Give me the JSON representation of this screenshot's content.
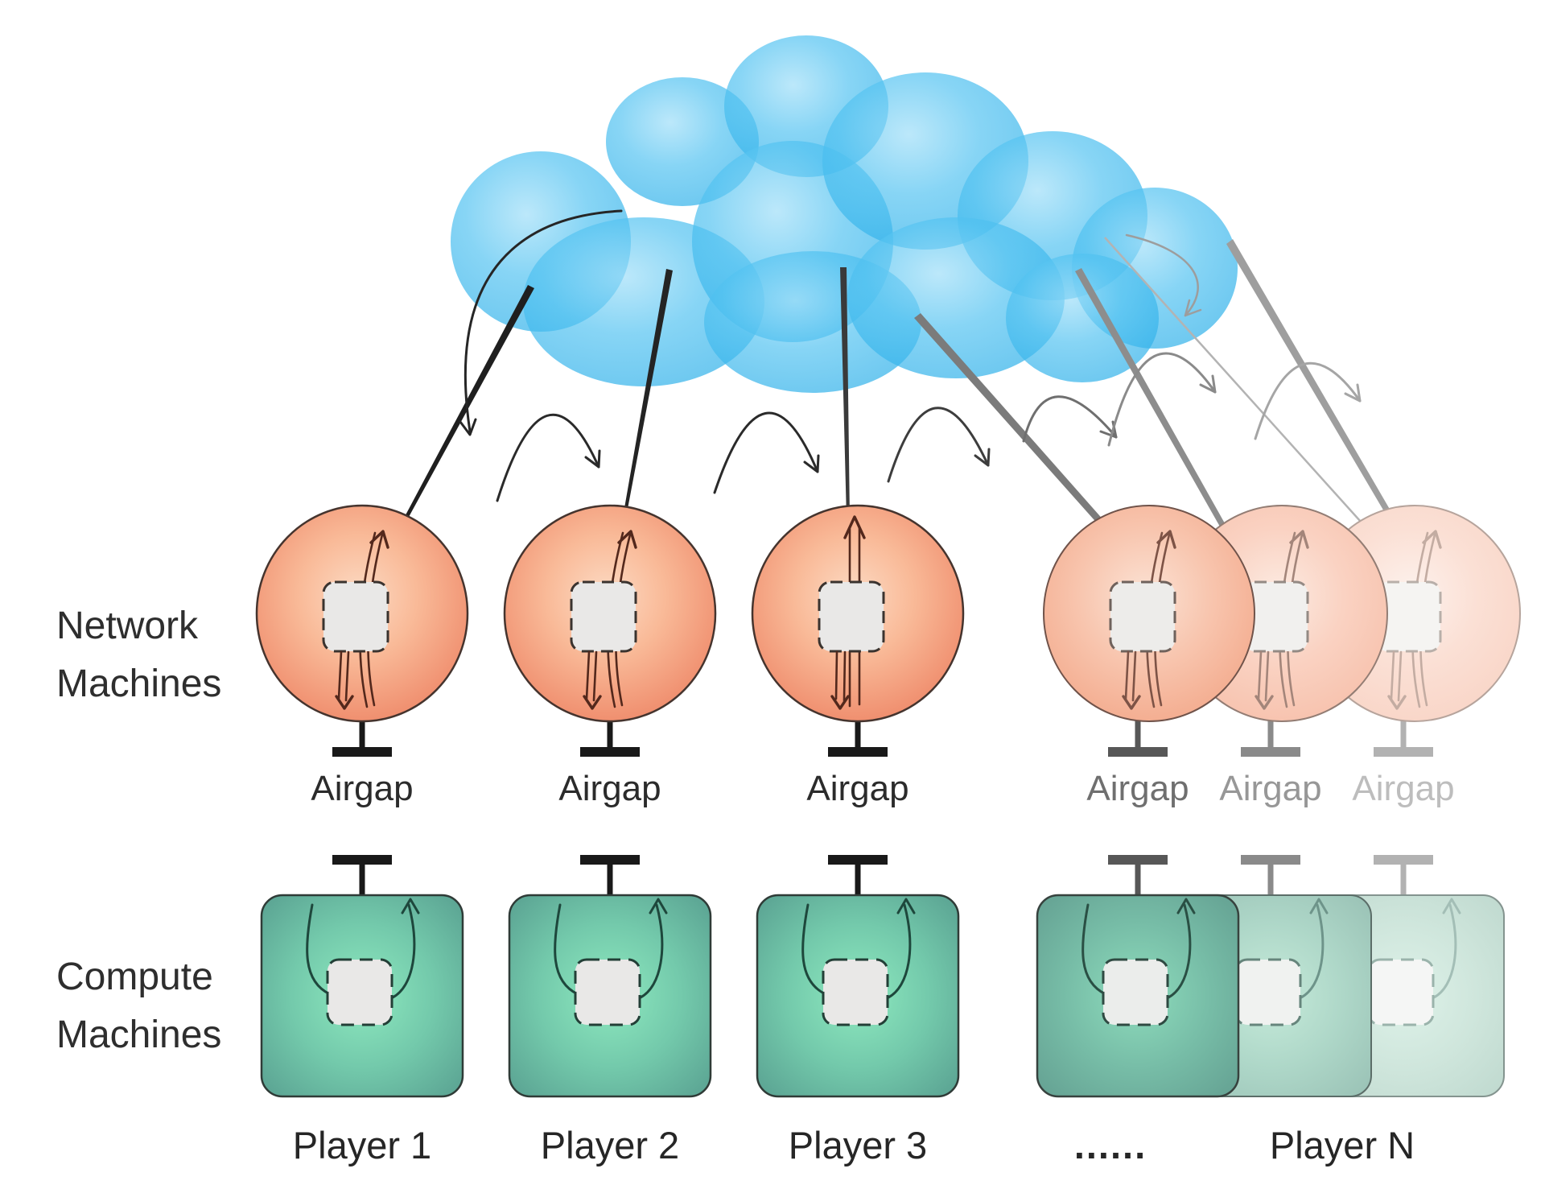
{
  "page": {
    "background": "#ffffff",
    "title": "Cloud / airgapped machines architecture diagram"
  },
  "row_labels": {
    "network": "Network Machines",
    "compute": "Compute Machines"
  },
  "airgap_labels": [
    "Airgap",
    "Airgap",
    "Airgap",
    "Airgap",
    "Airgap",
    "Airgap"
  ],
  "player_labels": [
    "Player 1",
    "Player 2",
    "Player 3",
    "......",
    "Player N"
  ],
  "icons": {
    "cloud": "cloud-icon",
    "network_machine": "network-machine-icon",
    "compute_machine": "compute-machine-icon",
    "enclave": "enclave-chip-icon",
    "airgap_connector": "airgap-tee-icon",
    "uplink_line": "cloud-link-line",
    "data_flow_arrow": "curved-arrow-icon"
  },
  "colors": {
    "cloud_blue": "#2fb1ea",
    "machine_orange_edge": "#ed8160",
    "machine_orange_center": "#fcdac3",
    "compute_teal_edge": "#589f90",
    "compute_mint_center": "#8ee9bf",
    "enclave_gray": "#e9e8e7",
    "airgap_black": "#191919",
    "fade_gray_strong": "#575757",
    "fade_gray_mid": "#8a8a8a",
    "fade_gray_light": "#b2b2b2",
    "label_text": "#2e2e2e"
  }
}
